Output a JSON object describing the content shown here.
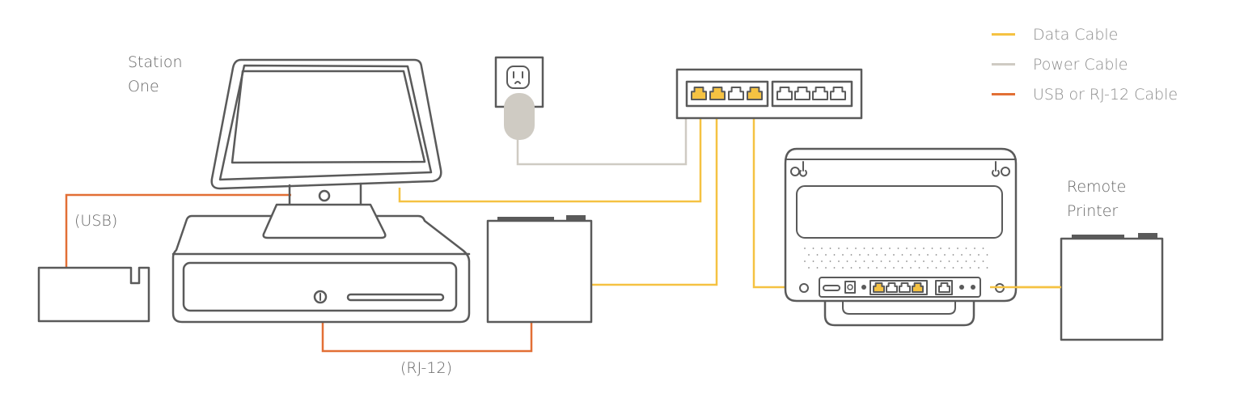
{
  "legend": [
    {
      "label": "Data Cable",
      "color": "#f5c242"
    },
    {
      "label": "Power Cable",
      "color": "#cfcbc3"
    },
    {
      "label": "USB or RJ-12 Cable",
      "color": "#e26f35"
    }
  ],
  "labels": {
    "station": "Station\nOne",
    "usb": "(USB)",
    "rj12": "(RJ-12)",
    "remote_printer": "Remote\nPrinter"
  },
  "colors": {
    "data": "#f5c242",
    "power": "#cfcbc3",
    "usb": "#e26f35",
    "outline": "#5a5a5a",
    "port_fill": "#f5c242"
  }
}
